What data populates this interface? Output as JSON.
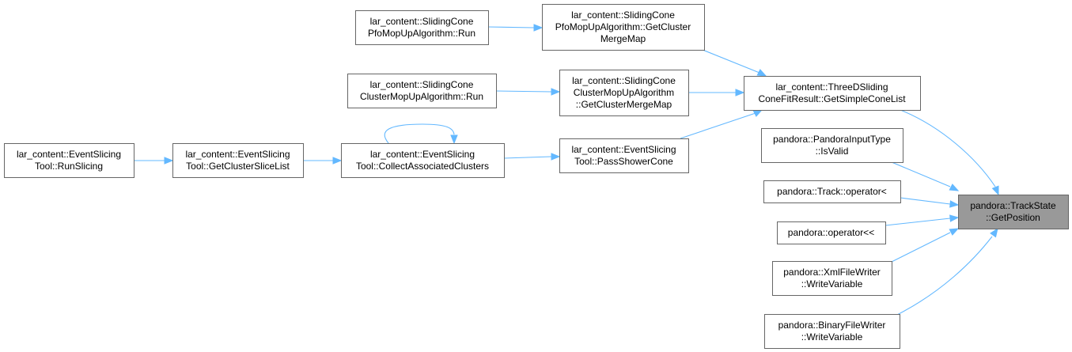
{
  "colors": {
    "edge": "#63b8ff",
    "node_border": "#666666",
    "root_fill": "#999999",
    "node_fill": "#ffffff"
  },
  "nodes": [
    {
      "id": "n1",
      "lines": [
        "lar_content::SlidingCone",
        "PfoMopUpAlgorithm::Run"
      ]
    },
    {
      "id": "n2",
      "lines": [
        "lar_content::SlidingCone",
        "PfoMopUpAlgorithm::GetCluster",
        "MergeMap"
      ]
    },
    {
      "id": "n3",
      "lines": [
        "lar_content::SlidingCone",
        "ClusterMopUpAlgorithm::Run"
      ]
    },
    {
      "id": "n4",
      "lines": [
        "lar_content::SlidingCone",
        "ClusterMopUpAlgorithm",
        "::GetClusterMergeMap"
      ]
    },
    {
      "id": "n5",
      "lines": [
        "lar_content::ThreeDSliding",
        "ConeFitResult::GetSimpleConeList"
      ]
    },
    {
      "id": "n6",
      "lines": [
        "lar_content::EventSlicing",
        "Tool::RunSlicing"
      ]
    },
    {
      "id": "n7",
      "lines": [
        "lar_content::EventSlicing",
        "Tool::GetClusterSliceList"
      ]
    },
    {
      "id": "n8",
      "lines": [
        "lar_content::EventSlicing",
        "Tool::CollectAssociatedClusters"
      ]
    },
    {
      "id": "n9",
      "lines": [
        "lar_content::EventSlicing",
        "Tool::PassShowerCone"
      ]
    },
    {
      "id": "n10",
      "lines": [
        "pandora::PandoraInputType",
        "::IsValid"
      ]
    },
    {
      "id": "n11",
      "lines": [
        "pandora::Track::operator<"
      ]
    },
    {
      "id": "n12",
      "lines": [
        "pandora::operator<<"
      ]
    },
    {
      "id": "n13",
      "lines": [
        "pandora::XmlFileWriter",
        "::WriteVariable"
      ]
    },
    {
      "id": "n14",
      "lines": [
        "pandora::BinaryFileWriter",
        "::WriteVariable"
      ]
    },
    {
      "id": "root",
      "lines": [
        "pandora::TrackState",
        "::GetPosition"
      ],
      "root": true
    }
  ],
  "edges": [
    [
      "n1",
      "n2"
    ],
    [
      "n2",
      "n5"
    ],
    [
      "n3",
      "n4"
    ],
    [
      "n4",
      "n5"
    ],
    [
      "n9",
      "n5"
    ],
    [
      "n6",
      "n7"
    ],
    [
      "n7",
      "n8"
    ],
    [
      "n8",
      "n8"
    ],
    [
      "n8",
      "n9"
    ],
    [
      "n5",
      "root"
    ],
    [
      "n10",
      "root"
    ],
    [
      "n11",
      "root"
    ],
    [
      "n12",
      "root"
    ],
    [
      "n13",
      "root"
    ],
    [
      "n14",
      "root"
    ]
  ]
}
